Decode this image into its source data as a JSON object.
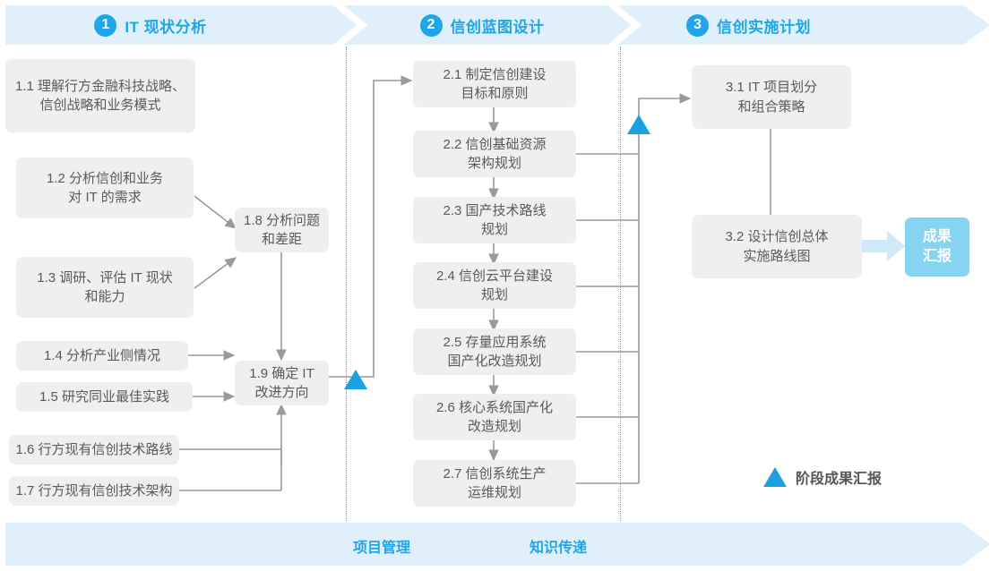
{
  "phases": [
    {
      "num": "1",
      "title": "IT 现状分析"
    },
    {
      "num": "2",
      "title": "信创蓝图设计"
    },
    {
      "num": "3",
      "title": "信创实施计划"
    }
  ],
  "phase1_tasks": [
    {
      "id": "1.1",
      "label": "1.1 理解行方金融科技战略、\n信创战略和业务模式"
    },
    {
      "id": "1.2",
      "label": "1.2 分析信创和业务\n对 IT 的需求"
    },
    {
      "id": "1.3",
      "label": "1.3 调研、评估 IT 现状\n和能力"
    },
    {
      "id": "1.4",
      "label": "1.4 分析产业侧情况"
    },
    {
      "id": "1.5",
      "label": "1.5 研究同业最佳实践"
    },
    {
      "id": "1.6",
      "label": "1.6 行方现有信创技术路线"
    },
    {
      "id": "1.7",
      "label": "1.7 行方现有信创技术架构"
    },
    {
      "id": "1.8",
      "label": "1.8 分析问题\n和差距"
    },
    {
      "id": "1.9",
      "label": "1.9 确定 IT\n改进方向"
    }
  ],
  "phase2_tasks": [
    {
      "id": "2.1",
      "label": "2.1 制定信创建设\n目标和原则"
    },
    {
      "id": "2.2",
      "label": "2.2 信创基础资源\n架构规划"
    },
    {
      "id": "2.3",
      "label": "2.3 国产技术路线\n规划"
    },
    {
      "id": "2.4",
      "label": "2.4 信创云平台建设\n规划"
    },
    {
      "id": "2.5",
      "label": "2.5 存量应用系统\n国产化改造规划"
    },
    {
      "id": "2.6",
      "label": "2.6 核心系统国产化\n改造规划"
    },
    {
      "id": "2.7",
      "label": "2.7 信创系统生产\n运维规划"
    }
  ],
  "phase3_tasks": [
    {
      "id": "3.1",
      "label": "3.1 IT 项目划分\n和组合策略"
    },
    {
      "id": "3.2",
      "label": "3.2 设计信创总体\n实施路线图"
    }
  ],
  "result": {
    "label": "成果\n汇报"
  },
  "legend": {
    "label": "阶段成果汇报"
  },
  "bottom": {
    "labels": [
      "项目管理",
      "知识传递"
    ]
  },
  "colors": {
    "accent": "#1fa5e8",
    "band": "#dff0fa",
    "box": "#efefef",
    "box_text": "#5a5a5a",
    "result_bg": "#87d3f2",
    "triangle": "#1ba1e2",
    "connector": "#9a9a9a",
    "lane_divider": "#35b6e8"
  }
}
